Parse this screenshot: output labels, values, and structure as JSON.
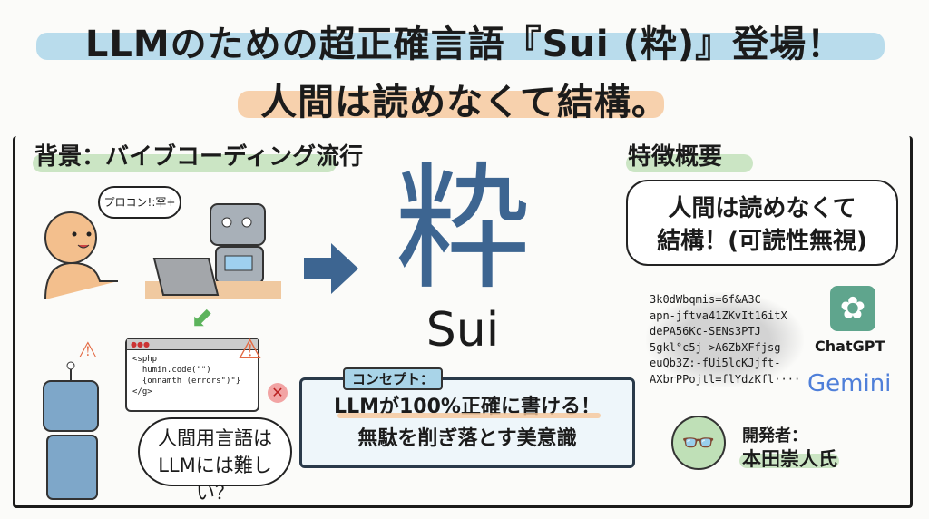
{
  "title": {
    "line1": "LLMのための超正確言語『Sui (粋)』登場！",
    "line2": "人間は読めなくて結構。"
  },
  "background_section": {
    "heading": "背景：バイブコーディング流行",
    "speech": "プロコン!:罕+",
    "code_window": {
      "lines": [
        "<sphp",
        "  humin.code(\"\")",
        "  {onnamth (errors\")\"}",
        "</g>"
      ]
    },
    "thought": {
      "line1": "人間用言語は",
      "line2": "LLMには難しい？"
    }
  },
  "center": {
    "kanji": "粋",
    "name": "Sui",
    "concept_label": "コンセプト：",
    "banner_line1": "LLMが100%正確に書ける！",
    "banner_line2": "無駄を削ぎ落とす美意識"
  },
  "features": {
    "heading": "特徴概要",
    "bubble_line1": "人間は読めなくて",
    "bubble_line2": "結構！(可読性無視)",
    "code_sample": [
      "3k0dWbqmis=6f&A3C",
      "apn-jftva41ZKvIt16itX",
      "dePA56Kc-SENs3PTJ",
      "5gkl°c5j->A6ZbXFfjsg",
      "euQb3Z:-fUi5lcKJjft-",
      "AXbrPPojtl=flYdzKfl····"
    ],
    "logos": {
      "chatgpt": "ChatGPT",
      "gemini": "Gemini"
    },
    "developer_label": "開発者：",
    "developer_name": "本田崇人氏"
  },
  "colors": {
    "blue_highlight": "#a9d4e8",
    "orange_highlight": "#f6c79a",
    "green_highlight": "#bfe0b7",
    "kanji": "#3d6591",
    "chatgpt": "#5fa58d"
  }
}
